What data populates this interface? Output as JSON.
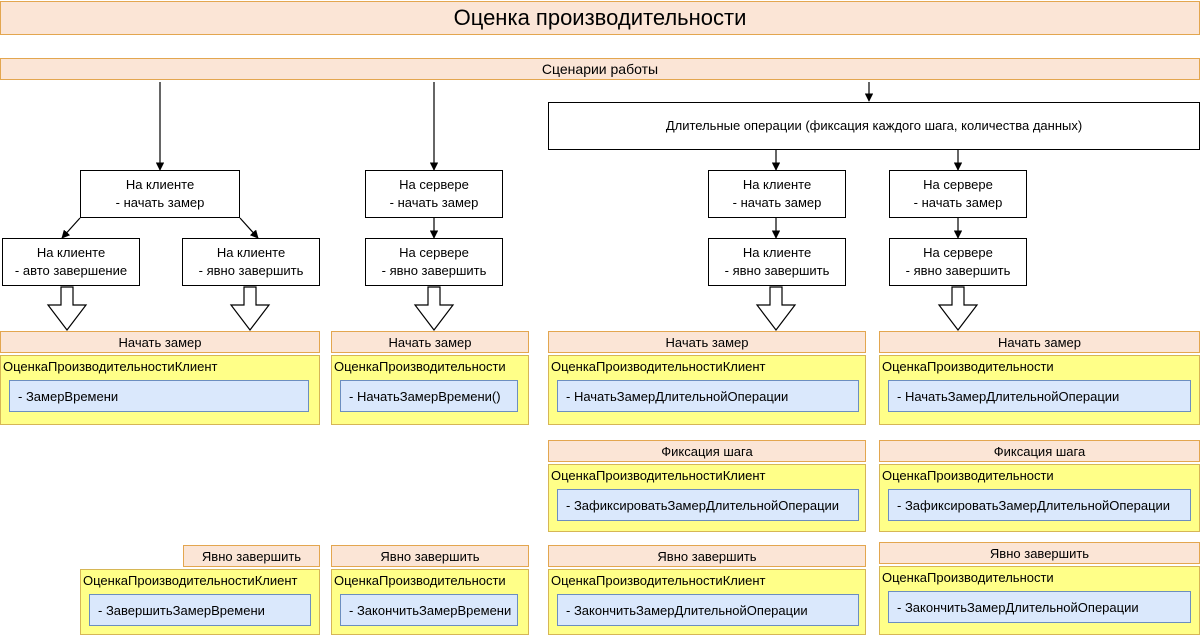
{
  "title": "Оценка производительности",
  "scenarios": "Сценарии работы",
  "long_ops": "Длительные операции (фиксация каждого шага, количества данных)",
  "nodes": {
    "client_start": [
      "На клиенте",
      "- начать замер"
    ],
    "client_auto": [
      "На клиенте",
      "- авто завершение"
    ],
    "client_explicit": [
      "На клиенте",
      "- явно завершить"
    ],
    "server_start": [
      "На сервере",
      "- начать замер"
    ],
    "server_explicit": [
      "На сервере",
      "- явно завершить"
    ],
    "long_client_start": [
      "На клиенте",
      "- начать замер"
    ],
    "long_client_explicit": [
      "На клиенте",
      "- явно завершить"
    ],
    "long_server_start": [
      "На сервере",
      "- начать замер"
    ],
    "long_server_explicit": [
      "На сервере",
      "- явно завершить"
    ]
  },
  "headers": {
    "start": "Начать замер",
    "fix": "Фиксация шага",
    "finish": "Явно завершить"
  },
  "modules": {
    "client": "ОценкаПроизводительностиКлиент",
    "server": "ОценкаПроизводительности"
  },
  "methods": {
    "c1_start": "- ЗамерВремени",
    "c2_start": "- НачатьЗамерВремени()",
    "c3_start": "- НачатьЗамерДлительнойОперации",
    "c4_start": "- НачатьЗамерДлительнойОперации",
    "c3_fix": "- ЗафиксироватьЗамерДлительнойОперации",
    "c4_fix": "- ЗафиксироватьЗамерДлительнойОперации",
    "c1_finish": "- ЗавершитьЗамерВремени",
    "c2_finish": "- ЗакончитьЗамерВремени",
    "c3_finish": "- ЗакончитьЗамерДлительнойОперации",
    "c4_finish": "- ЗакончитьЗамерДлительнойОперации"
  }
}
